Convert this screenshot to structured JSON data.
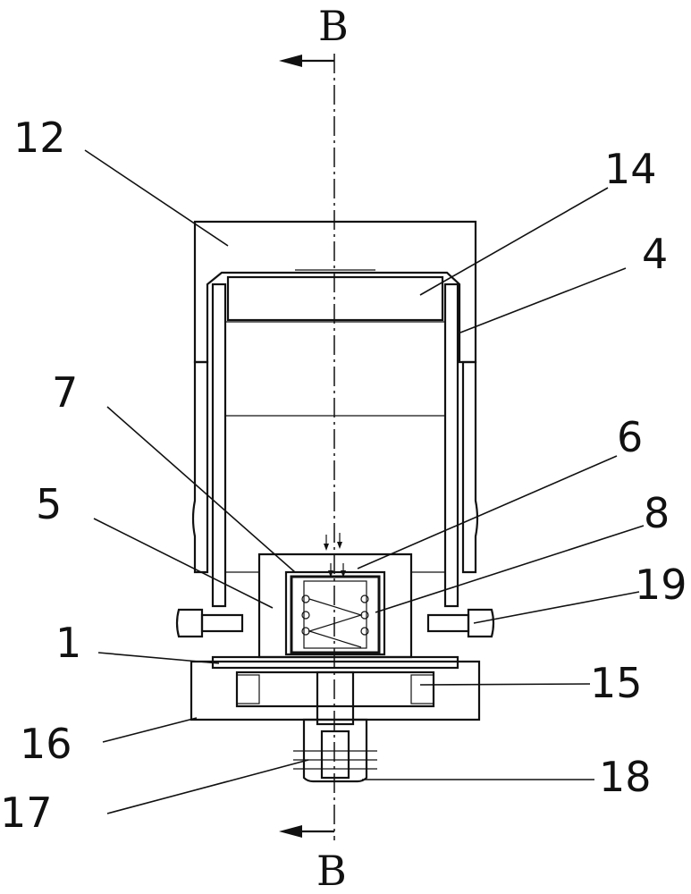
{
  "section": {
    "top": "B",
    "bottom": "B"
  },
  "labels": {
    "l12": "12",
    "l14": "14",
    "l4": "4",
    "l7": "7",
    "l6": "6",
    "l5": "5",
    "l8": "8",
    "l19": "19",
    "l1": "1",
    "l15": "15",
    "l16": "16",
    "l18": "18",
    "l17": "17"
  },
  "colors": {
    "ink": "#111111",
    "paper": "#ffffff"
  }
}
